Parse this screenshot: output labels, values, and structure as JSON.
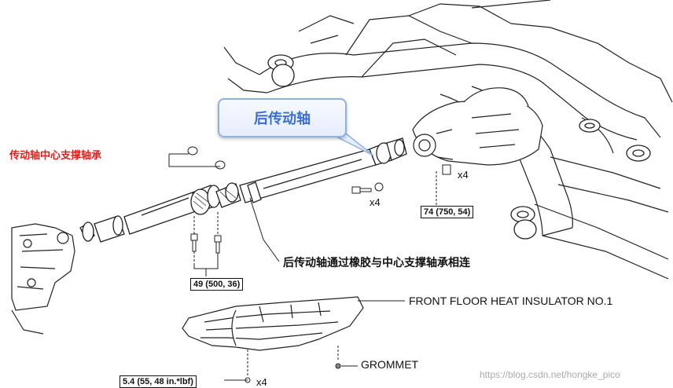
{
  "labels": {
    "center_bearing_cn": "传动轴中心支撑轴承",
    "rear_shaft_cn": "后传动轴",
    "rubber_connection_cn": "后传动轴通过橡胶与中心支撑轴承相连",
    "insulator": "FRONT FLOOR HEAT INSULATOR NO.1",
    "grommet": "GROMMET"
  },
  "torque_specs": {
    "diff_bolts": "74 (750, 54)",
    "bearing_bolts": "49 (500, 36)",
    "insulator_bolts": "5.4 (55, 48 in.*lbf)"
  },
  "quantities": {
    "diff_qty": "x4",
    "flange_qty": "x4",
    "insulator_qty": "x4"
  },
  "watermark": "https://blog.csdn.net/hongke_pico",
  "colors": {
    "red_label": "#e0201b",
    "callout_text": "#3a6fd1",
    "callout_border": "#8fb0e0"
  }
}
